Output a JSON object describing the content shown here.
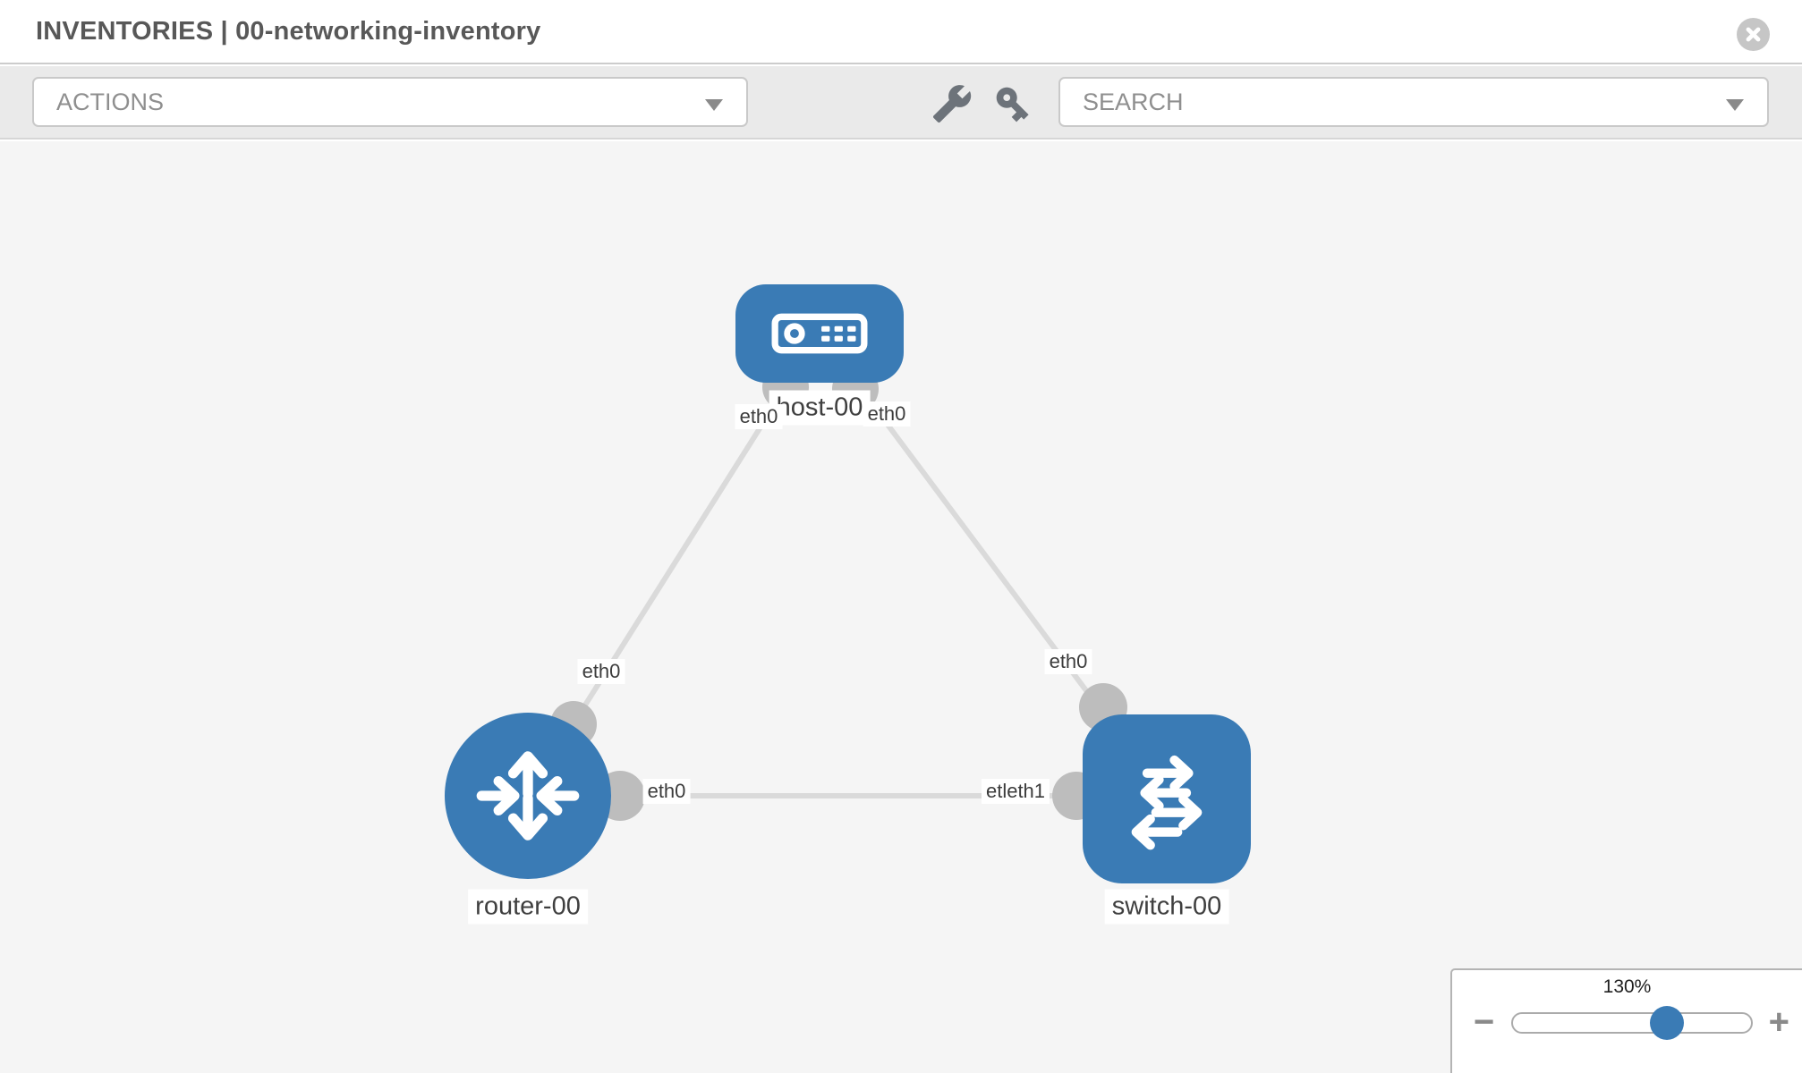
{
  "header": {
    "title": "INVENTORIES | 00-networking-inventory"
  },
  "toolbar": {
    "actions_label": "ACTIONS",
    "search_label": "SEARCH",
    "tool_icons": [
      "wrench",
      "key"
    ]
  },
  "topology": {
    "nodes": [
      {
        "label": "host-00",
        "type": "host",
        "shape": "rounded-rect"
      },
      {
        "label": "router-00",
        "type": "router",
        "shape": "circle"
      },
      {
        "label": "switch-00",
        "type": "switch",
        "shape": "rounded-square"
      }
    ],
    "links": [
      {
        "from": "host-00",
        "to": "router-00"
      },
      {
        "from": "host-00",
        "to": "switch-00"
      },
      {
        "from": "router-00",
        "to": "switch-00"
      }
    ],
    "interface_labels": {
      "host_router_at_host": "eth0",
      "host_switch_at_host": "eth0",
      "host_router_at_router": "eth0",
      "host_switch_at_switch": "eth0",
      "router_switch_at_router": "eth0",
      "router_switch_at_switch": "etleth1"
    }
  },
  "zoom_control": {
    "value_label": "130%",
    "minus_label": "−",
    "plus_label": "+"
  },
  "colors": {
    "node_blue": "#3a7bb5",
    "link_gray": "#dadada",
    "connector_gray": "#bdbdbd",
    "canvas_bg": "#f5f5f5",
    "toolbar_bg": "#eaeaea"
  }
}
